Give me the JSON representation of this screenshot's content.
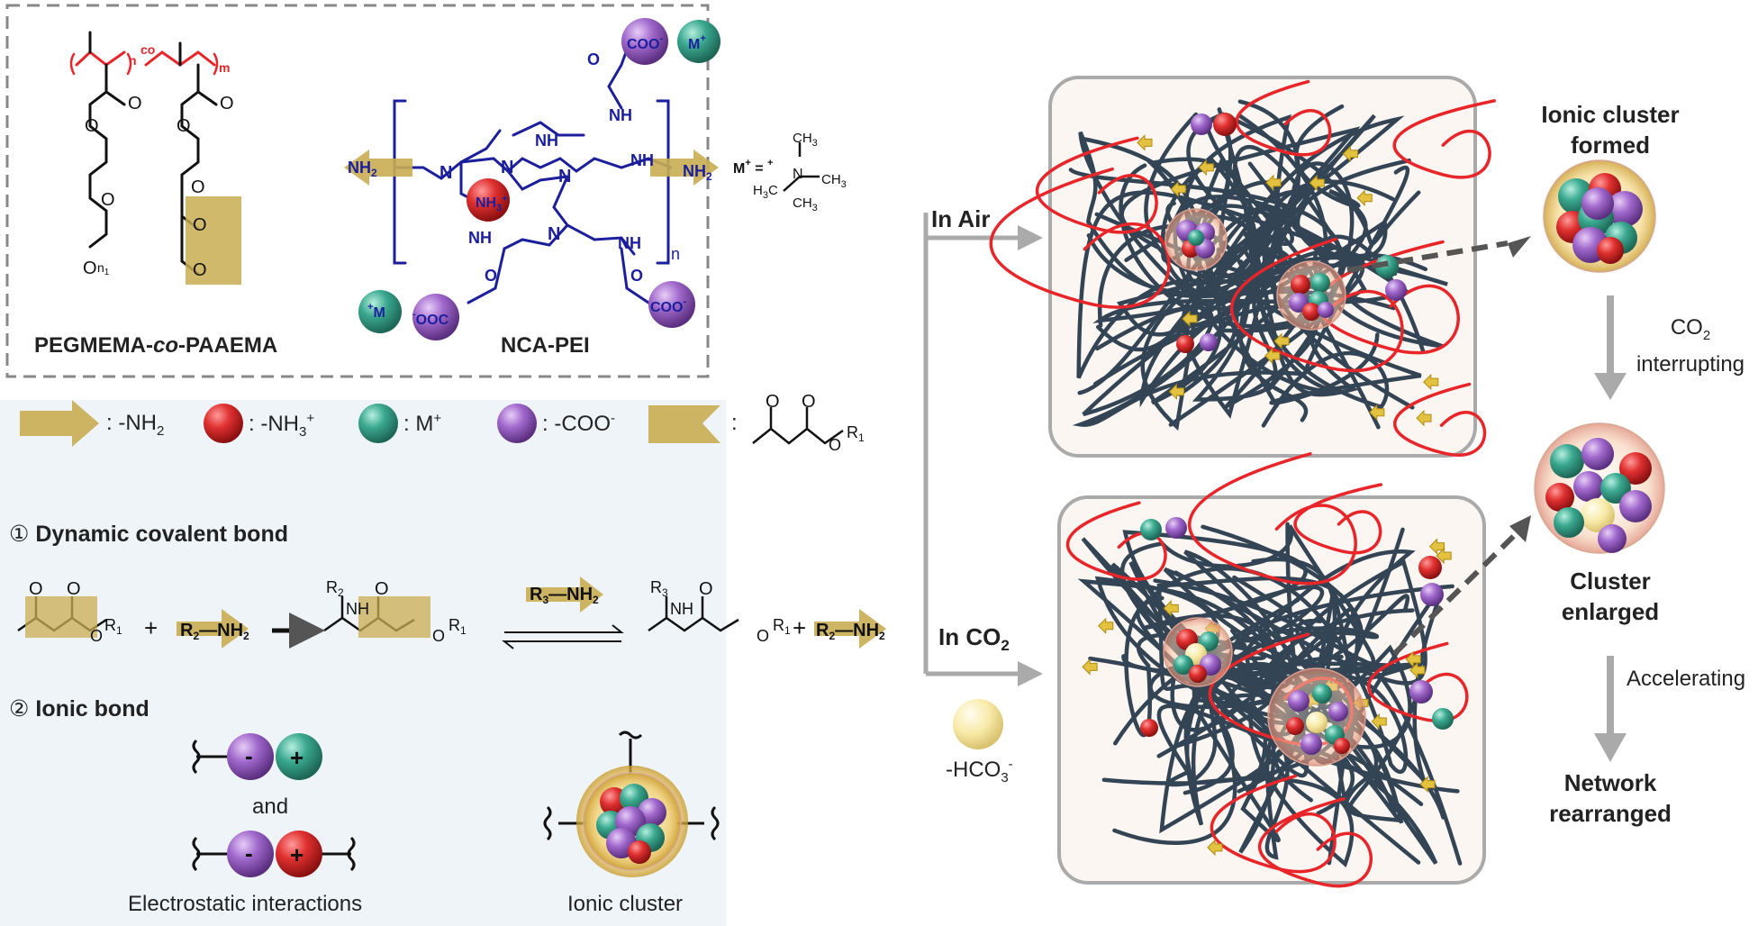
{
  "top_panel": {
    "polymer_name_prefix": "PEGMEMA-",
    "polymer_name_italic": "co",
    "polymer_name_suffix": "-PAAEMA",
    "crosslinker_name": "NCA-PEI",
    "sub_n": "n",
    "sub_co": "co",
    "sub_m": "m",
    "sub_n1": "n",
    "sub_1": "1",
    "o": "O",
    "nh": "NH",
    "nh2": "NH",
    "nh2_sub": "2",
    "nh3": "NH",
    "n_atom": "N",
    "coo": "COO",
    "ooc": "OOC",
    "m_plus": "M",
    "m_def_left": "M",
    "m_def_ch3": "CH",
    "m_def_h3c": "H",
    "sub_3": "3",
    "bracket_n": "n"
  },
  "legend": {
    "nh2_label": ": -NH",
    "nh2_sub": "2",
    "nh3_label": ": -NH",
    "nh3_sub": "3",
    "nh3_sup": "+",
    "m_label": ": M",
    "m_sup": "+",
    "coo_label": ": -COO",
    "coo_sup": "-",
    "aceto_label": ":",
    "r1": "R",
    "r1_sub": "1"
  },
  "bottom_panel": {
    "section1_number": "①",
    "section1_title": "Dynamic covalent bond",
    "section2_number": "②",
    "section2_title": "Ionic bond",
    "r2": "R",
    "r2_sub": "2",
    "r3": "R",
    "r3_sub": "3",
    "plus": "+",
    "minus_sign": "-",
    "and_text": "and",
    "electrostatic_label": "Electrostatic interactions",
    "ionic_cluster_label": "Ionic cluster"
  },
  "flow": {
    "in_air": "In Air",
    "in_co2": "In CO",
    "co2_sub": "2",
    "bicarb": "-HCO",
    "bicarb_sub": "3",
    "bicarb_sup": "-",
    "ionic_cluster_formed_1": "Ionic cluster",
    "ionic_cluster_formed_2": "formed",
    "co2_interrupting_1": "CO",
    "co2_interrupting_sub": "2",
    "co2_interrupting_2": "interrupting",
    "cluster_enlarged_1": "Cluster",
    "cluster_enlarged_2": "enlarged",
    "accelerating": "Accelerating",
    "network_rearranged_1": "Network",
    "network_rearranged_2": "rearranged"
  },
  "colors": {
    "red_polymer": "#e8262a",
    "blue_pei": "#1b1f9c",
    "gold": "#c9ad52",
    "sphere_red": "#d62f2f",
    "sphere_teal": "#3aa88f",
    "sphere_purple": "#9b5fc3",
    "sphere_yellow": "#f5e7a4",
    "network_dark": "#334455",
    "panel_bg": "#eef4f8",
    "box_bg": "#fbf6f1",
    "box_border": "#aaaaaa",
    "arrow_grey": "#aaaaaa"
  }
}
